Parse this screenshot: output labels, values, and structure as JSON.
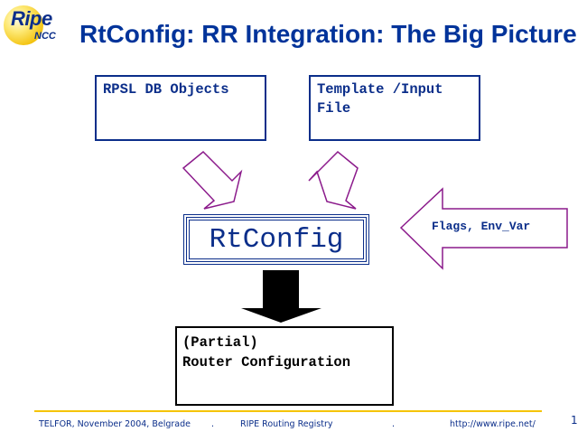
{
  "logo": {
    "brand": "Ripe",
    "sub": "NCC"
  },
  "slide": {
    "title": "RtConfig: RR Integration: The Big Picture"
  },
  "diagram": {
    "input_boxes": [
      {
        "lines": [
          "RPSL DB Objects"
        ]
      },
      {
        "lines": [
          "Template /Input",
          "File"
        ]
      }
    ],
    "center_box": {
      "label": "RtConfig"
    },
    "side_arrow": {
      "label": "Flags, Env_Var"
    },
    "output_box": {
      "lines": [
        "(Partial)",
        "Router Configuration"
      ]
    },
    "colors": {
      "box_blue": "#0b2e8a",
      "arrow_purple": "#8b1a8b",
      "output_black": "#000000"
    }
  },
  "footer": {
    "event": "TELFOR, November 2004, Belgrade",
    "separator": ".",
    "topic": "RIPE Routing Registry",
    "url": "http://www.ripe.net/",
    "page_number": "1",
    "rule_color": "#f5c400"
  }
}
